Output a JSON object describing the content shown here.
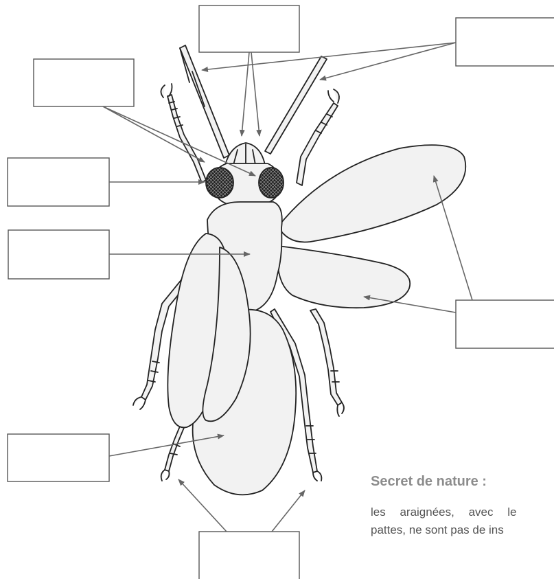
{
  "figure": {
    "label_boxes": [
      {
        "id": "antennae",
        "text": ""
      },
      {
        "id": "mouthparts",
        "text": ""
      },
      {
        "id": "eyes-upper",
        "text": ""
      },
      {
        "id": "eyes",
        "text": ""
      },
      {
        "id": "thorax",
        "text": ""
      },
      {
        "id": "wings",
        "text": ""
      },
      {
        "id": "abdomen",
        "text": ""
      },
      {
        "id": "legs",
        "text": ""
      }
    ]
  },
  "secret": {
    "title": "Secret de nature :",
    "line1": "les araignées, avec le",
    "line2": "pattes, ne sont pas de ins"
  },
  "colors": {
    "line": "#222222",
    "fill": "#f2f2f2",
    "arrow": "#666666",
    "title": "#8c8c8c"
  }
}
